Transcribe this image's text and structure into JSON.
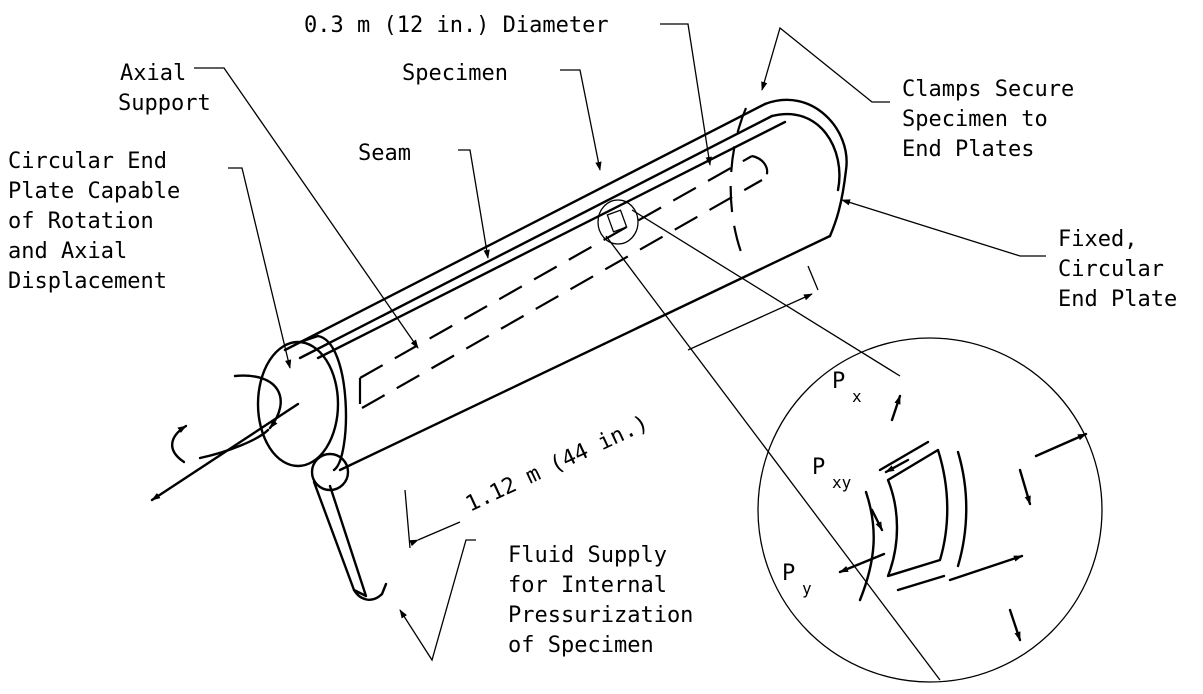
{
  "labels": {
    "diameter": "0.3 m (12 in.) Diameter",
    "axial_1": "Axial",
    "axial_2": "Support",
    "specimen": "Specimen",
    "clamps_1": "Clamps Secure",
    "clamps_2": "Specimen to",
    "clamps_3": "End Plates",
    "seam": "Seam",
    "circ_1": "Circular End",
    "circ_2": "Plate Capable",
    "circ_3": "of Rotation",
    "circ_4": "and Axial",
    "circ_5": "Displacement",
    "fixed_1": "Fixed,",
    "fixed_2": "Circular",
    "fixed_3": "End Plate",
    "length": "1.12 m (44 in.)",
    "fluid_1": "Fluid Supply",
    "fluid_2": "for Internal",
    "fluid_3": "Pressurization",
    "fluid_4": "of Specimen"
  },
  "stress_labels": {
    "px": "P",
    "px_sub": "x",
    "pxy": "P",
    "pxy_sub": "xy",
    "py": "P",
    "py_sub": "y"
  }
}
